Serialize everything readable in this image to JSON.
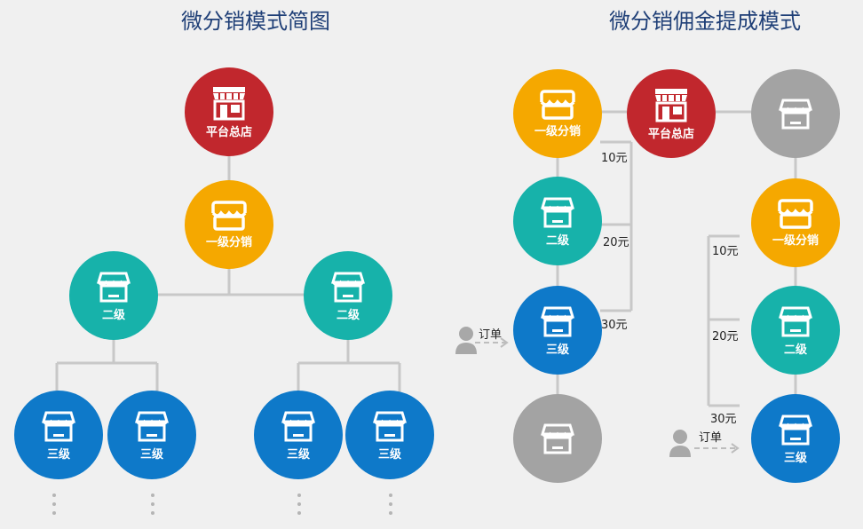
{
  "titles": {
    "left": "微分销模式简图",
    "right": "微分销佣金提成模式"
  },
  "labels": {
    "platform": "平台总店",
    "level1": "一级分销",
    "level2": "二级",
    "level3": "三级"
  },
  "commissions": {
    "c10": "10元",
    "c20": "20元",
    "c30": "30元"
  },
  "order_label": "订单",
  "icons": {
    "platform": "storefront-icon",
    "level1": "shop-awning-icon",
    "store": "store-icon",
    "customer": "person-icon"
  },
  "colors": {
    "platform": "#c1272d",
    "level1": "#f5a800",
    "level2": "#17b2aa",
    "level3": "#0e79c9",
    "inactive": "#a3a3a3",
    "title": "#1f3f77",
    "connector": "#c8c8c8"
  }
}
